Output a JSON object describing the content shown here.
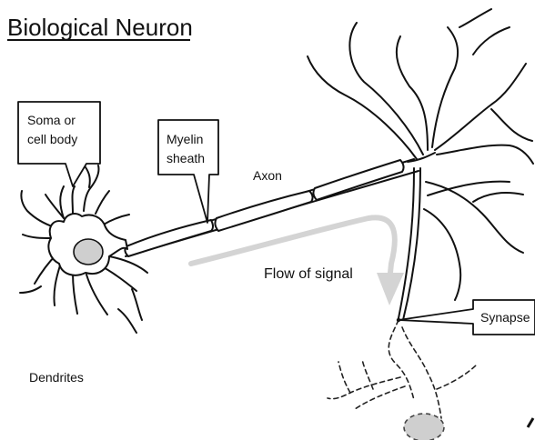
{
  "title": "Biological Neuron",
  "labels": {
    "soma": [
      "Soma or",
      "cell body"
    ],
    "myelin": [
      "Myelin",
      "sheath"
    ],
    "axon": "Axon",
    "flow": "Flow of signal",
    "synapse": "Synapse",
    "dendrites": "Dendrites"
  },
  "colors": {
    "nucleus": "#cfcfcf",
    "flow_arrow": "#d4d4d4",
    "outline": "#111111"
  }
}
